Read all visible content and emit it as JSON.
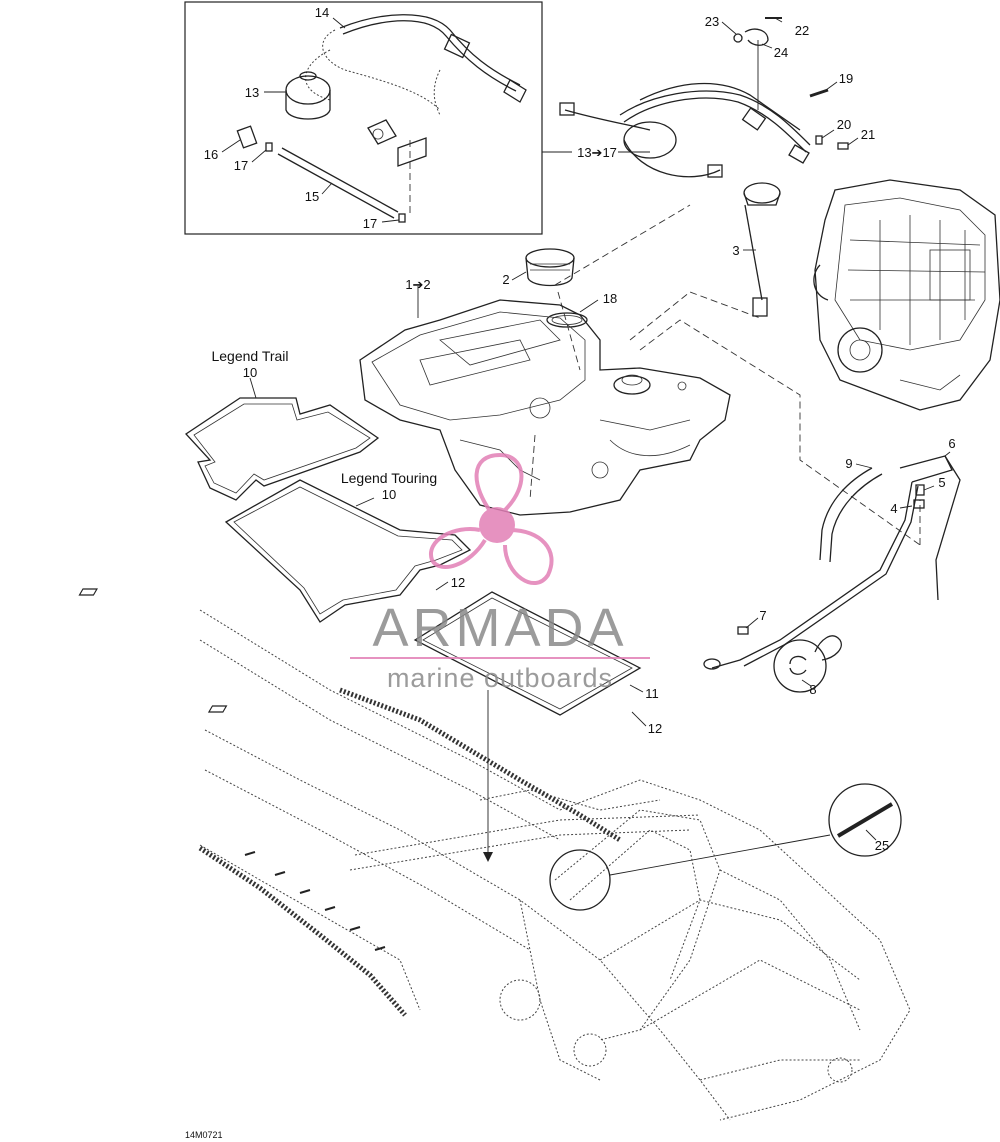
{
  "callouts": [
    {
      "id": "c14",
      "text": "14"
    },
    {
      "id": "c13",
      "text": "13"
    },
    {
      "id": "c16",
      "text": "16"
    },
    {
      "id": "c17a",
      "text": "17"
    },
    {
      "id": "c15",
      "text": "15"
    },
    {
      "id": "c17b",
      "text": "17"
    },
    {
      "id": "c13to17",
      "text": "13➔17"
    },
    {
      "id": "c23",
      "text": "23"
    },
    {
      "id": "c22",
      "text": "22"
    },
    {
      "id": "c24",
      "text": "24"
    },
    {
      "id": "c19",
      "text": "19"
    },
    {
      "id": "c20",
      "text": "20"
    },
    {
      "id": "c21",
      "text": "21"
    },
    {
      "id": "c3",
      "text": "3"
    },
    {
      "id": "c2",
      "text": "2"
    },
    {
      "id": "c18",
      "text": "18"
    },
    {
      "id": "c1to2",
      "text": "1➔2"
    },
    {
      "id": "c10a",
      "text": "10"
    },
    {
      "id": "c10b",
      "text": "10"
    },
    {
      "id": "c9",
      "text": "9"
    },
    {
      "id": "c6",
      "text": "6"
    },
    {
      "id": "c5",
      "text": "5"
    },
    {
      "id": "c4",
      "text": "4"
    },
    {
      "id": "c12a",
      "text": "12"
    },
    {
      "id": "c11",
      "text": "11"
    },
    {
      "id": "c12b",
      "text": "12"
    },
    {
      "id": "c7",
      "text": "7"
    },
    {
      "id": "c8",
      "text": "8"
    },
    {
      "id": "c25",
      "text": "25"
    }
  ],
  "captions": {
    "legend_trail": "Legend Trail",
    "legend_touring": "Legend Touring"
  },
  "watermark": {
    "brand": "ARMADA",
    "tagline": "marine outboards",
    "brand_color": "#8a8a8a",
    "logo_color": "#e27fb6"
  },
  "figure_ref": "14M0721"
}
